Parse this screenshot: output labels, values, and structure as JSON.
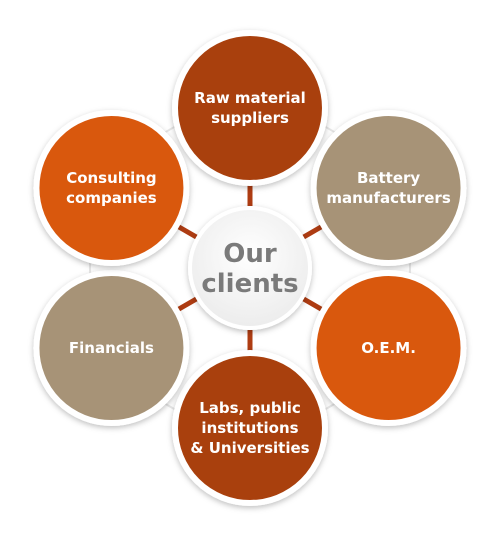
{
  "center": {
    "lines": [
      "Our",
      "clients"
    ],
    "color": "#7a7a7a"
  },
  "nodes": [
    {
      "id": "raw-material-suppliers",
      "lines": [
        "Raw material",
        "suppliers"
      ],
      "color": "#a9410f"
    },
    {
      "id": "battery-manufacturers",
      "lines": [
        "Battery",
        "manufacturers"
      ],
      "color": "#a79377"
    },
    {
      "id": "oem",
      "lines": [
        "O.E.M."
      ],
      "color": "#d9580f"
    },
    {
      "id": "labs-universities",
      "lines": [
        "Labs, public",
        "institutions",
        "& Universities"
      ],
      "color": "#a9410f"
    },
    {
      "id": "financials",
      "lines": [
        "Financials"
      ],
      "color": "#a79377"
    },
    {
      "id": "consulting-companies",
      "lines": [
        "Consulting",
        "companies"
      ],
      "color": "#d9580f"
    }
  ],
  "colors": {
    "connector": "#ae3c12",
    "ring": "#e6e6e6",
    "center_fill": "#ffffff"
  }
}
